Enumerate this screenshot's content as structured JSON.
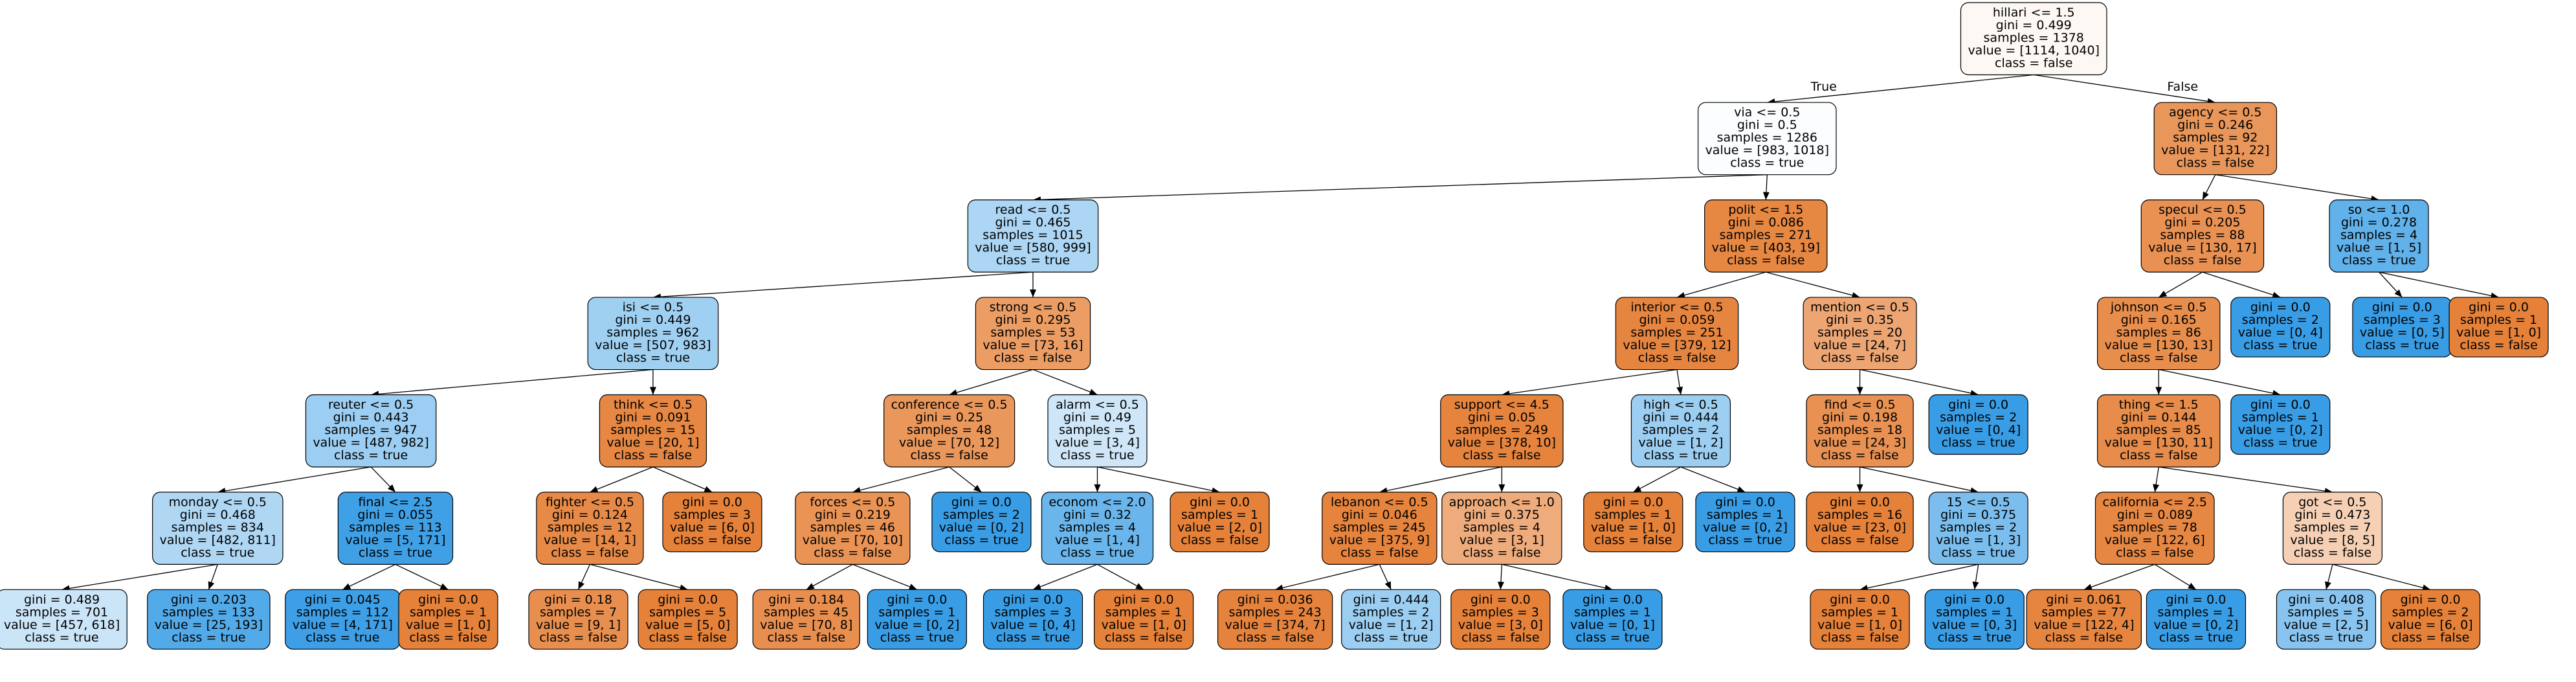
{
  "palette": {
    "false_strong": "#e58139",
    "false_mid": "#e99355",
    "false_light": "#f0b78e",
    "false_pale": "#f8e0ce",
    "neutral": "#fdf8f3",
    "neutral_white": "#fdfeff",
    "true_pale": "#cfe7f9",
    "true_light": "#a8d4f4",
    "true_mid": "#86c3ef",
    "true_strong": "#399de5",
    "true_med2": "#5eafea"
  },
  "edge_labels": {
    "true": "True",
    "false": "False"
  },
  "nodes": [
    {
      "id": "n0",
      "lines": [
        "hillari <= 1.5",
        "gini = 0.499",
        "samples = 1378",
        "value = [1114, 1040]",
        "class = false"
      ],
      "fill": "#fdf8f3"
    },
    {
      "id": "n1",
      "lines": [
        "via <= 0.5",
        "gini = 0.5",
        "samples = 1286",
        "value = [983, 1018]",
        "class = true"
      ],
      "fill": "#fbfdff"
    },
    {
      "id": "n2",
      "lines": [
        "agency <= 0.5",
        "gini = 0.246",
        "samples = 92",
        "value = [131, 22]",
        "class = false"
      ],
      "fill": "#e9965a"
    },
    {
      "id": "n3",
      "lines": [
        "read <= 0.5",
        "gini = 0.465",
        "samples = 1015",
        "value = [580, 999]",
        "class = true"
      ],
      "fill": "#acd6f4"
    },
    {
      "id": "n4",
      "lines": [
        "polit <= 1.5",
        "gini = 0.086",
        "samples = 271",
        "value = [403, 19]",
        "class = false"
      ],
      "fill": "#e68742"
    },
    {
      "id": "n5",
      "lines": [
        "specul <= 0.5",
        "gini = 0.205",
        "samples = 88",
        "value = [130, 17]",
        "class = false"
      ],
      "fill": "#e89153"
    },
    {
      "id": "n6",
      "lines": [
        "so <= 1.0",
        "gini = 0.278",
        "samples = 4",
        "value = [1, 5]",
        "class = true"
      ],
      "fill": "#61b1ea"
    },
    {
      "id": "n7",
      "lines": [
        "isi <= 0.5",
        "gini = 0.449",
        "samples = 962",
        "value = [507, 983]",
        "class = true"
      ],
      "fill": "#9fd0f2"
    },
    {
      "id": "n8",
      "lines": [
        "strong <= 0.5",
        "gini = 0.295",
        "samples = 53",
        "value = [73, 16]",
        "class = false"
      ],
      "fill": "#eb9d64"
    },
    {
      "id": "n9",
      "lines": [
        "interior <= 0.5",
        "gini = 0.059",
        "samples = 251",
        "value = [379, 12]",
        "class = false"
      ],
      "fill": "#e6853f"
    },
    {
      "id": "n10",
      "lines": [
        "mention <= 0.5",
        "gini = 0.35",
        "samples = 20",
        "value = [24, 7]",
        "class = false"
      ],
      "fill": "#eda673"
    },
    {
      "id": "n11",
      "lines": [
        "johnson <= 0.5",
        "gini = 0.165",
        "samples = 86",
        "value = [130, 13]",
        "class = false"
      ],
      "fill": "#e88e4d"
    },
    {
      "id": "n12",
      "lines": [
        "gini = 0.0",
        "samples = 2",
        "value = [0, 4]",
        "class = true"
      ],
      "fill": "#399de5"
    },
    {
      "id": "n13",
      "lines": [
        "gini = 0.0",
        "samples = 3",
        "value = [0, 5]",
        "class = true"
      ],
      "fill": "#399de5"
    },
    {
      "id": "n14",
      "lines": [
        "gini = 0.0",
        "samples = 1",
        "value = [1, 0]",
        "class = false"
      ],
      "fill": "#e58139"
    },
    {
      "id": "n15",
      "lines": [
        "reuter <= 0.5",
        "gini = 0.443",
        "samples = 947",
        "value = [487, 982]",
        "class = true"
      ],
      "fill": "#9bcef2"
    },
    {
      "id": "n16",
      "lines": [
        "think <= 0.5",
        "gini = 0.091",
        "samples = 15",
        "value = [20, 1]",
        "class = false"
      ],
      "fill": "#e68743"
    },
    {
      "id": "n17",
      "lines": [
        "conference <= 0.5",
        "gini = 0.25",
        "samples = 48",
        "value = [70, 12]",
        "class = false"
      ],
      "fill": "#e9975b"
    },
    {
      "id": "n18",
      "lines": [
        "alarm <= 0.5",
        "gini = 0.49",
        "samples = 5",
        "value = [3, 4]",
        "class = true"
      ],
      "fill": "#cee6f8"
    },
    {
      "id": "n19",
      "lines": [
        "support <= 4.5",
        "gini = 0.05",
        "samples = 249",
        "value = [378, 10]",
        "class = false"
      ],
      "fill": "#e6843e"
    },
    {
      "id": "n20",
      "lines": [
        "high <= 0.5",
        "gini = 0.444",
        "samples = 2",
        "value = [1, 2]",
        "class = true"
      ],
      "fill": "#9ccef2"
    },
    {
      "id": "n21",
      "lines": [
        "find <= 0.5",
        "gini = 0.198",
        "samples = 18",
        "value = [24, 3]",
        "class = false"
      ],
      "fill": "#e89152"
    },
    {
      "id": "n22",
      "lines": [
        "gini = 0.0",
        "samples = 2",
        "value = [0, 4]",
        "class = true"
      ],
      "fill": "#399de5"
    },
    {
      "id": "n23",
      "lines": [
        "thing <= 1.5",
        "gini = 0.144",
        "samples = 85",
        "value = [130, 11]",
        "class = false"
      ],
      "fill": "#e78c4a"
    },
    {
      "id": "n24",
      "lines": [
        "gini = 0.0",
        "samples = 1",
        "value = [0, 2]",
        "class = true"
      ],
      "fill": "#399de5"
    },
    {
      "id": "n25",
      "lines": [
        "monday <= 0.5",
        "gini = 0.468",
        "samples = 834",
        "value = [482, 811]",
        "class = true"
      ],
      "fill": "#afd7f4"
    },
    {
      "id": "n26",
      "lines": [
        "final <= 2.5",
        "gini = 0.055",
        "samples = 113",
        "value = [5, 171]",
        "class = true"
      ],
      "fill": "#3fa0e6"
    },
    {
      "id": "n27",
      "lines": [
        "fighter <= 0.5",
        "gini = 0.124",
        "samples = 12",
        "value = [14, 1]",
        "class = false"
      ],
      "fill": "#e78a47"
    },
    {
      "id": "n28",
      "lines": [
        "gini = 0.0",
        "samples = 3",
        "value = [6, 0]",
        "class = false"
      ],
      "fill": "#e58139"
    },
    {
      "id": "n29",
      "lines": [
        "forces <= 0.5",
        "gini = 0.219",
        "samples = 46",
        "value = [70, 10]",
        "class = false"
      ],
      "fill": "#e99355"
    },
    {
      "id": "n30",
      "lines": [
        "gini = 0.0",
        "samples = 2",
        "value = [0, 2]",
        "class = true"
      ],
      "fill": "#399de5"
    },
    {
      "id": "n31",
      "lines": [
        "econom <= 2.0",
        "gini = 0.32",
        "samples = 4",
        "value = [1, 4]",
        "class = true"
      ],
      "fill": "#6ab6ec"
    },
    {
      "id": "n32",
      "lines": [
        "gini = 0.0",
        "samples = 1",
        "value = [2, 0]",
        "class = false"
      ],
      "fill": "#e58139"
    },
    {
      "id": "n33",
      "lines": [
        "lebanon <= 0.5",
        "gini = 0.046",
        "samples = 245",
        "value = [375, 9]",
        "class = false"
      ],
      "fill": "#e6843e"
    },
    {
      "id": "n34",
      "lines": [
        "approach <= 1.0",
        "gini = 0.375",
        "samples = 4",
        "value = [3, 1]",
        "class = false"
      ],
      "fill": "#eeab7b"
    },
    {
      "id": "n35",
      "lines": [
        "gini = 0.0",
        "samples = 1",
        "value = [1, 0]",
        "class = false"
      ],
      "fill": "#e58139"
    },
    {
      "id": "n36",
      "lines": [
        "gini = 0.0",
        "samples = 1",
        "value = [0, 2]",
        "class = true"
      ],
      "fill": "#399de5"
    },
    {
      "id": "n37",
      "lines": [
        "gini = 0.0",
        "samples = 16",
        "value = [23, 0]",
        "class = false"
      ],
      "fill": "#e58139"
    },
    {
      "id": "n38",
      "lines": [
        "15 <= 0.5",
        "gini = 0.375",
        "samples = 2",
        "value = [1, 3]",
        "class = true"
      ],
      "fill": "#7bbeee"
    },
    {
      "id": "n39",
      "lines": [
        "california <= 2.5",
        "gini = 0.089",
        "samples = 78",
        "value = [122, 6]",
        "class = false"
      ],
      "fill": "#e68743"
    },
    {
      "id": "n40",
      "lines": [
        "got <= 0.5",
        "gini = 0.473",
        "samples = 7",
        "value = [8, 5]",
        "class = false"
      ],
      "fill": "#f5d0b5"
    },
    {
      "id": "n41",
      "lines": [
        "gini = 0.489",
        "samples = 701",
        "value = [457, 618]",
        "class = true"
      ],
      "fill": "#cbe5f8"
    },
    {
      "id": "n42",
      "lines": [
        "gini = 0.203",
        "samples = 133",
        "value = [25, 193]",
        "class = true"
      ],
      "fill": "#53aae8"
    },
    {
      "id": "n43",
      "lines": [
        "gini = 0.045",
        "samples = 112",
        "value = [4, 171]",
        "class = true"
      ],
      "fill": "#3e9fe6"
    },
    {
      "id": "n44",
      "lines": [
        "gini = 0.0",
        "samples = 1",
        "value = [1, 0]",
        "class = false"
      ],
      "fill": "#e58139"
    },
    {
      "id": "n45",
      "lines": [
        "gini = 0.18",
        "samples = 7",
        "value = [9, 1]",
        "class = false"
      ],
      "fill": "#e88f4f"
    },
    {
      "id": "n46",
      "lines": [
        "gini = 0.0",
        "samples = 5",
        "value = [5, 0]",
        "class = false"
      ],
      "fill": "#e58139"
    },
    {
      "id": "n47",
      "lines": [
        "gini = 0.184",
        "samples = 45",
        "value = [70, 8]",
        "class = false"
      ],
      "fill": "#e88f50"
    },
    {
      "id": "n48",
      "lines": [
        "gini = 0.0",
        "samples = 1",
        "value = [0, 2]",
        "class = true"
      ],
      "fill": "#399de5"
    },
    {
      "id": "n49",
      "lines": [
        "gini = 0.0",
        "samples = 3",
        "value = [0, 4]",
        "class = true"
      ],
      "fill": "#399de5"
    },
    {
      "id": "n50",
      "lines": [
        "gini = 0.0",
        "samples = 1",
        "value = [1, 0]",
        "class = false"
      ],
      "fill": "#e58139"
    },
    {
      "id": "n51",
      "lines": [
        "gini = 0.036",
        "samples = 243",
        "value = [374, 7]",
        "class = false"
      ],
      "fill": "#e5833d"
    },
    {
      "id": "n52",
      "lines": [
        "gini = 0.444",
        "samples = 2",
        "value = [1, 2]",
        "class = true"
      ],
      "fill": "#9ccef2"
    },
    {
      "id": "n53",
      "lines": [
        "gini = 0.0",
        "samples = 3",
        "value = [3, 0]",
        "class = false"
      ],
      "fill": "#e58139"
    },
    {
      "id": "n54",
      "lines": [
        "gini = 0.0",
        "samples = 1",
        "value = [0, 1]",
        "class = true"
      ],
      "fill": "#399de5"
    },
    {
      "id": "n55",
      "lines": [
        "gini = 0.0",
        "samples = 1",
        "value = [1, 0]",
        "class = false"
      ],
      "fill": "#e58139"
    },
    {
      "id": "n56",
      "lines": [
        "gini = 0.0",
        "samples = 1",
        "value = [0, 3]",
        "class = true"
      ],
      "fill": "#399de5"
    },
    {
      "id": "n57",
      "lines": [
        "gini = 0.061",
        "samples = 77",
        "value = [122, 4]",
        "class = false"
      ],
      "fill": "#e6853f"
    },
    {
      "id": "n58",
      "lines": [
        "gini = 0.0",
        "samples = 1",
        "value = [0, 2]",
        "class = true"
      ],
      "fill": "#399de5"
    },
    {
      "id": "n59",
      "lines": [
        "gini = 0.408",
        "samples = 5",
        "value = [2, 5]",
        "class = true"
      ],
      "fill": "#88c4ef"
    },
    {
      "id": "n60",
      "lines": [
        "gini = 0.0",
        "samples = 2",
        "value = [6, 0]",
        "class = false"
      ],
      "fill": "#e58139"
    }
  ],
  "edges": [
    {
      "from": "n0",
      "to": "n1",
      "label": "true"
    },
    {
      "from": "n0",
      "to": "n2",
      "label": "false"
    },
    {
      "from": "n1",
      "to": "n3"
    },
    {
      "from": "n1",
      "to": "n4"
    },
    {
      "from": "n2",
      "to": "n5"
    },
    {
      "from": "n2",
      "to": "n6"
    },
    {
      "from": "n3",
      "to": "n7"
    },
    {
      "from": "n3",
      "to": "n8"
    },
    {
      "from": "n4",
      "to": "n9"
    },
    {
      "from": "n4",
      "to": "n10"
    },
    {
      "from": "n5",
      "to": "n11"
    },
    {
      "from": "n5",
      "to": "n12"
    },
    {
      "from": "n6",
      "to": "n13"
    },
    {
      "from": "n6",
      "to": "n14"
    },
    {
      "from": "n7",
      "to": "n15"
    },
    {
      "from": "n7",
      "to": "n16"
    },
    {
      "from": "n8",
      "to": "n17"
    },
    {
      "from": "n8",
      "to": "n18"
    },
    {
      "from": "n9",
      "to": "n19"
    },
    {
      "from": "n9",
      "to": "n20"
    },
    {
      "from": "n10",
      "to": "n21"
    },
    {
      "from": "n10",
      "to": "n22"
    },
    {
      "from": "n11",
      "to": "n23"
    },
    {
      "from": "n11",
      "to": "n24"
    },
    {
      "from": "n15",
      "to": "n25"
    },
    {
      "from": "n15",
      "to": "n26"
    },
    {
      "from": "n16",
      "to": "n27"
    },
    {
      "from": "n16",
      "to": "n28"
    },
    {
      "from": "n17",
      "to": "n29"
    },
    {
      "from": "n17",
      "to": "n30"
    },
    {
      "from": "n18",
      "to": "n31"
    },
    {
      "from": "n18",
      "to": "n32"
    },
    {
      "from": "n19",
      "to": "n33"
    },
    {
      "from": "n19",
      "to": "n34"
    },
    {
      "from": "n20",
      "to": "n35"
    },
    {
      "from": "n20",
      "to": "n36"
    },
    {
      "from": "n21",
      "to": "n37"
    },
    {
      "from": "n21",
      "to": "n38"
    },
    {
      "from": "n23",
      "to": "n39"
    },
    {
      "from": "n23",
      "to": "n40"
    },
    {
      "from": "n25",
      "to": "n41"
    },
    {
      "from": "n25",
      "to": "n42"
    },
    {
      "from": "n26",
      "to": "n43"
    },
    {
      "from": "n26",
      "to": "n44"
    },
    {
      "from": "n27",
      "to": "n45"
    },
    {
      "from": "n27",
      "to": "n46"
    },
    {
      "from": "n29",
      "to": "n47"
    },
    {
      "from": "n29",
      "to": "n48"
    },
    {
      "from": "n31",
      "to": "n49"
    },
    {
      "from": "n31",
      "to": "n50"
    },
    {
      "from": "n33",
      "to": "n51"
    },
    {
      "from": "n33",
      "to": "n52"
    },
    {
      "from": "n34",
      "to": "n53"
    },
    {
      "from": "n34",
      "to": "n54"
    },
    {
      "from": "n38",
      "to": "n55"
    },
    {
      "from": "n38",
      "to": "n56"
    },
    {
      "from": "n39",
      "to": "n57"
    },
    {
      "from": "n39",
      "to": "n58"
    },
    {
      "from": "n40",
      "to": "n59"
    },
    {
      "from": "n40",
      "to": "n60"
    }
  ]
}
